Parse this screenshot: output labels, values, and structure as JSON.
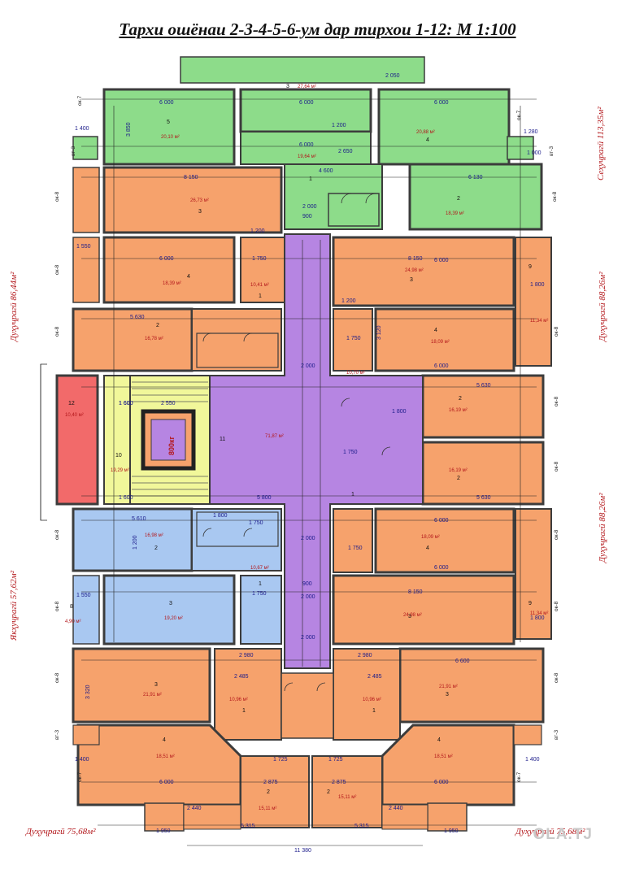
{
  "title": "Тархи ошёнаи 2-3-4-5-6-ум дар тирхои 1-12: М 1:100",
  "watermark": "OLA.TJ",
  "colors": {
    "green": "#8ddc8a",
    "orange": "#f6a26c",
    "purple": "#b685e2",
    "blue": "#a9c8f1",
    "yellow": "#f1f79a",
    "red": "#f26a6a",
    "wall": "#3c3c3c",
    "dim_text": "#1b1b8a",
    "area_text": "#b3171b"
  },
  "apartments": {
    "top_right": "Сеҳуҷрагӣ 113,35м²",
    "left_upper": "Дуҳуҷрагӣ 86,44м²",
    "right_upper": "Дуҳуҷрагӣ 88,26м²",
    "right_lower": "Дуҳуҷрагӣ 88,26м²",
    "left_lower": "Якҳуҷрагӣ 57,62м²",
    "bottom_left": "Дуҳуҷрагӣ 75,68м²",
    "bottom_right": "Дуҳуҷрагӣ 75,68м²"
  },
  "elevator": "800кг",
  "rooms": [
    {
      "num": "3",
      "area": "27,64 м²"
    },
    {
      "num": "5",
      "area": "20,10 м²"
    },
    {
      "num": "4",
      "area": "20,88 м²"
    },
    {
      "num": "1",
      "area": "19,64 м²"
    },
    {
      "num": "3",
      "area": "26,73 м²"
    },
    {
      "num": "2",
      "area": "18,39 м²"
    },
    {
      "num": "4",
      "area": "18,39 м²"
    },
    {
      "num": "1",
      "area": "10,41 м²"
    },
    {
      "num": "3",
      "area": "24,98 м²"
    },
    {
      "num": "2",
      "area": "16,78 м²"
    },
    {
      "num": "4",
      "area": "18,09 м²"
    },
    {
      "num": "11",
      "area": "71,87 м²"
    },
    {
      "num": "10",
      "area": "19,29 м²"
    },
    {
      "num": "12",
      "area": "10,40 м²"
    },
    {
      "num": "2",
      "area": "16,19 м²"
    },
    {
      "num": "2",
      "area": "16,19 м²"
    },
    {
      "num": "2",
      "area": "16,98 м²"
    },
    {
      "num": "4",
      "area": "18,09 м²"
    },
    {
      "num": "3",
      "area": "19,20 м²"
    },
    {
      "num": "3",
      "area": "24,98 м²"
    },
    {
      "num": "3",
      "area": "21,91 м²"
    },
    {
      "num": "3",
      "area": "21,91 м²"
    },
    {
      "num": "1",
      "area": "10,96 м²"
    },
    {
      "num": "1",
      "area": "10,96 м²"
    },
    {
      "num": "4",
      "area": "18,51 м²"
    },
    {
      "num": "4",
      "area": "18,51 м²"
    },
    {
      "num": "2",
      "area": "15,11 м²"
    },
    {
      "num": "2",
      "area": "15,11 м²"
    },
    {
      "num": "1",
      "area": "10,67 м²"
    },
    {
      "num": "1",
      "area": "10,70 м²"
    },
    {
      "num": "9",
      "area": "11,34 м²"
    },
    {
      "num": "9",
      "area": "11,34 м²"
    },
    {
      "num": "8",
      "area": "4,90 м²"
    }
  ],
  "dimensions": {
    "total_width": "11 380",
    "d6000": "6 000",
    "d8150": "8 150",
    "d5630": "5 630",
    "d5610": "5 610",
    "d2000": "2 000",
    "d1200": "1 200",
    "d900": "900",
    "d1750": "1 750",
    "d2550": "2 550",
    "d1600": "1 600",
    "d5800": "5 800",
    "d4600": "4 600",
    "d6130": "6 130",
    "d2980": "2 980",
    "d2485": "2 485",
    "d2875": "2 875",
    "d1725": "1 725",
    "d2440": "2 440",
    "d5315": "5 315",
    "d1950": "1 950",
    "d1400": "1 400",
    "d1280": "1 280",
    "d2050": "2 050",
    "d6600": "6 600",
    "d3850": "3 850",
    "d1550": "1 550",
    "d1800": "1 800",
    "d1000": "1 000",
    "d3120": "3 120",
    "d3320": "3 320",
    "d2650": "2 650"
  },
  "axes": {
    "ax7": "ок-7",
    "ax8": "ок-8",
    "vt3": "вт-3"
  }
}
